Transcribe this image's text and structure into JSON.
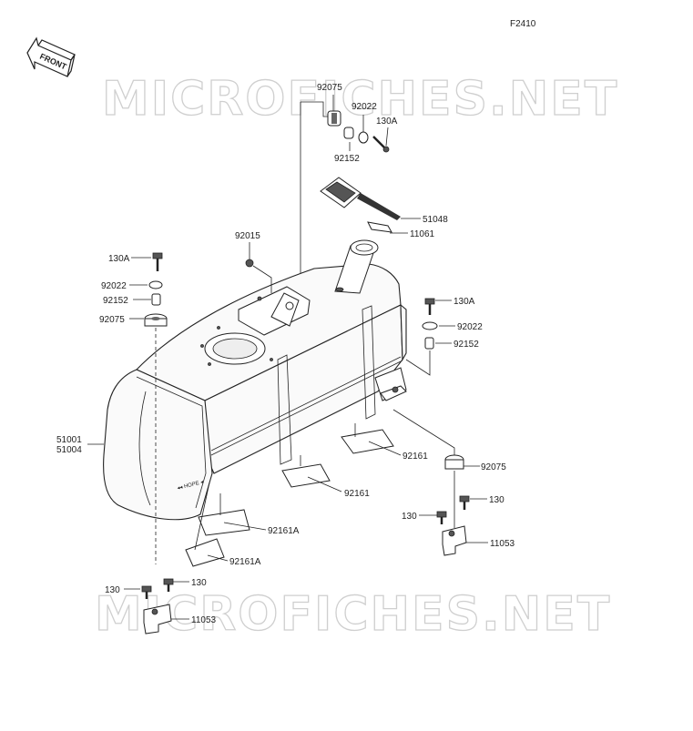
{
  "diagram_code": "F2410",
  "front_label": "FRONT",
  "watermark": "MICROFICHES.NET",
  "labels": {
    "p92075_top": "92075",
    "p92022_top": "92022",
    "p130A_top": "130A",
    "p92152_top": "92152",
    "p51048": "51048",
    "p11061": "11061",
    "p92015": "92015",
    "p130A_left": "130A",
    "p92022_left": "92022",
    "p92152_left": "92152",
    "p92075_left": "92075",
    "p130A_right": "130A",
    "p92022_right": "92022",
    "p92152_right": "92152",
    "p51001": "51001",
    "p51004": "51004",
    "p92161_a": "92161",
    "p92161_b": "92161",
    "p92075_right": "92075",
    "p130_r1": "130",
    "p130_r2": "130",
    "p11053_right": "11053",
    "p92161A_a": "92161A",
    "p92161A_b": "92161A",
    "p130_l1": "130",
    "p130_l2": "130",
    "p11053_left": "11053"
  }
}
